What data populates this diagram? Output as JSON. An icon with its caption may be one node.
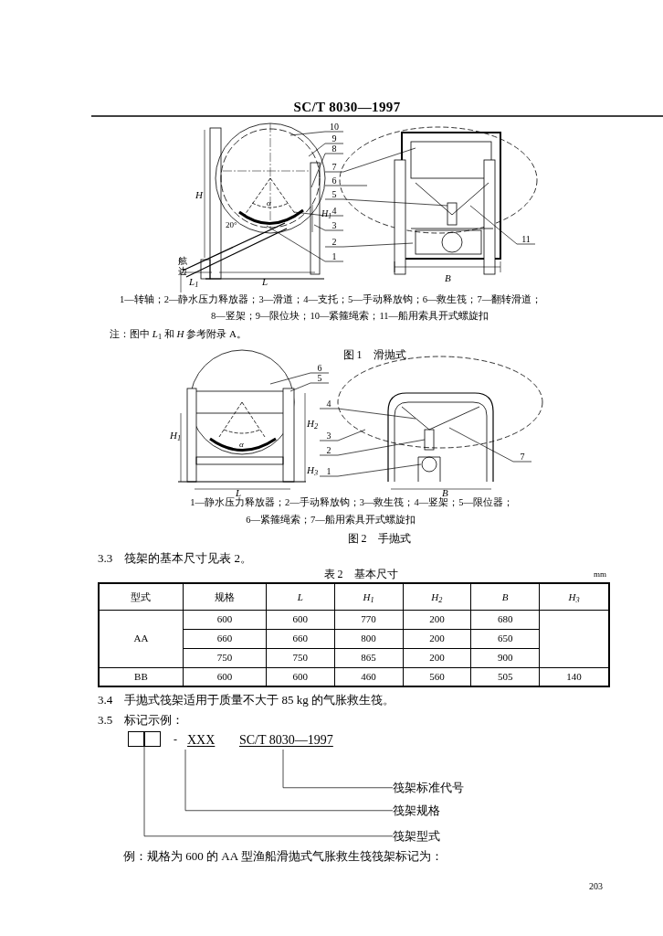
{
  "diagram": {
    "nodes": [
      {
        "text": [
          "10"
        ]
      },
      {
        "text": [
          "9"
        ]
      },
      {
        "text": [
          "8"
        ]
      },
      {
        "text": [
          "7"
        ]
      },
      {
        "text": [
          "6"
        ]
      },
      {
        "text": [
          "5"
        ]
      },
      {
        "text": [
          "4"
        ]
      },
      {
        "text": [
          "3"
        ]
      },
      {
        "text": [
          "2"
        ]
      },
      {
        "text": [
          "1"
        ]
      },
      {
        "text": [
          "11"
        ]
      },
      {
        "text": [
          "6"
        ]
      },
      {
        "text": [
          "5"
        ]
      },
      {
        "text": [
          "4"
        ]
      },
      {
        "text": [
          "3"
        ]
      },
      {
        "text": [
          "2"
        ]
      },
      {
        "text": [
          "1"
        ]
      },
      {
        "text": [
          "7"
        ]
      },
      {
        "text": [],
        "shape": "box"
      },
      {
        "text": [],
        "shape": "box"
      },
      {
        "text": [
          "XXX"
        ]
      },
      {
        "text": [
          "SC/T 8030—1997"
        ]
      },
      {
        "text": [
          "筏架标准代号"
        ]
      },
      {
        "text": [
          "筏架规格"
        ]
      },
      {
        "text": [
          "筏架型式"
        ]
      },
      {
        "text": [],
        "shape": "picture"
      },
      {
        "text": [],
        "shape": "picture"
      },
      {
        "text": [],
        "shape": "picture"
      },
      {
        "text": [],
        "shape": "picture"
      }
    ],
    "edges": [
      {
        "from": 0,
        "to": 25,
        "arrow": "none"
      },
      {
        "from": 1,
        "to": 25,
        "arrow": "none"
      },
      {
        "from": 2,
        "to": 25,
        "arrow": "none"
      },
      {
        "from": 3,
        "to": 26,
        "arrow": "none"
      },
      {
        "from": 4,
        "to": 26,
        "arrow": "none"
      },
      {
        "from": 5,
        "to": 26,
        "arrow": "none"
      },
      {
        "from": 6,
        "to": 25,
        "arrow": "none"
      },
      {
        "from": 7,
        "to": 25,
        "arrow": "none"
      },
      {
        "from": 8,
        "to": 26,
        "arrow": "none"
      },
      {
        "from": 9,
        "to": 25,
        "arrow": "none"
      },
      {
        "from": 10,
        "to": 26,
        "arrow": "none"
      },
      {
        "from": 11,
        "to": 27,
        "arrow": "none"
      },
      {
        "from": 12,
        "to": 27,
        "arrow": "none"
      },
      {
        "from": 13,
        "to": 28,
        "arrow": "none"
      },
      {
        "from": 14,
        "to": 28,
        "arrow": "none"
      },
      {
        "from": 15,
        "to": 28,
        "arrow": "none"
      },
      {
        "from": 16,
        "to": 28,
        "arrow": "none"
      },
      {
        "from": 17,
        "to": 28,
        "arrow": "none"
      },
      {
        "from": 22,
        "to": 21,
        "arrow": "none"
      },
      {
        "from": 23,
        "to": 20,
        "arrow": "none"
      },
      {
        "from": 24,
        "to": 18,
        "arrow": "none"
      }
    ],
    "labels": [
      "SC/T 8030—1997",
      "H",
      "H$_{1}$",
      "20°",
      "α",
      "舷边",
      "L$_{1}$",
      "L",
      "B",
      "1—转轴；2—静水压力释放器；3—滑道；4—支托；5—手动释放钩；6—救生筏；7—翻转滑道；",
      "8—竖架；9—限位块；10—紧箍绳索；11—船用索具开式螺旋扣",
      "注：图中 *L*$_{1}$ 和 *H* 参考附录 A。",
      "图 1　滑抛式",
      "H$_{1}$",
      "H$_{2}$",
      "H$_{3}$",
      "α",
      "L",
      "B",
      "1—静水压力释放器；2—手动释放钩；3—救生筏；4—竖架；5—限位器；",
      "6—紧箍绳索；7—船用索具开式螺旋扣",
      "图 2　手抛式",
      "3.3　筏架的基本尺寸见表 2。",
      "表 2　基本尺寸",
      "mm",
      "型式",
      "规格",
      "L",
      "H$_{1}$",
      "H$_{2}$",
      "B",
      "H$_{3}$",
      "AA",
      "600",
      "600",
      "770",
      "200",
      "680",
      "660",
      "660",
      "800",
      "200",
      "650",
      "750",
      "750",
      "865",
      "200",
      "900",
      "BB",
      "600",
      "600",
      "460",
      "560",
      "505",
      "140",
      "3.4　手抛式筏架适用于质量不大于 85 kg 的气胀救生筏。",
      "3.5　标记示例：",
      "-",
      "例：规格为 600 的 AA 型渔船滑抛式气胀救生筏筏架标记为：",
      "203"
    ]
  }
}
